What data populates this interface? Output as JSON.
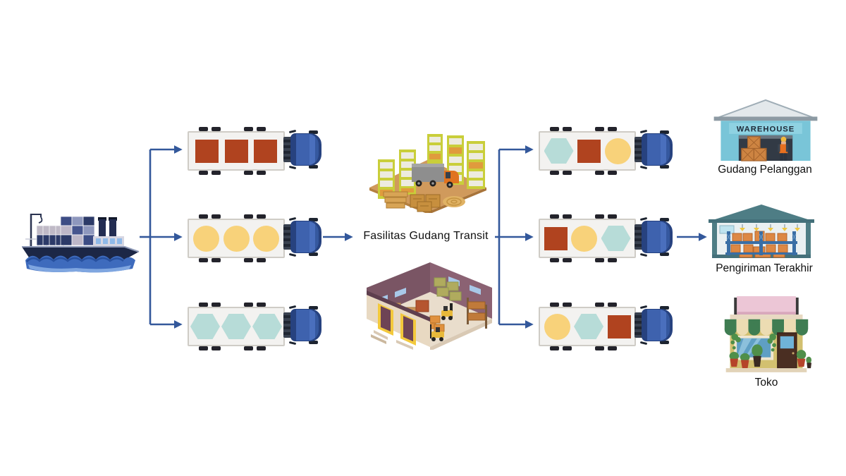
{
  "diagram": {
    "transit": {
      "label": "Fasilitas Gudang Transit"
    },
    "destinations": [
      {
        "label": "Gudang Pelanggan",
        "sign": "WAREHOUSE"
      },
      {
        "label": "Pengiriman Terakhir"
      },
      {
        "label": "Toko"
      }
    ],
    "trucks": {
      "left": [
        {
          "cargo": [
            "square",
            "square",
            "square"
          ]
        },
        {
          "cargo": [
            "circle",
            "circle",
            "circle"
          ]
        },
        {
          "cargo": [
            "hexagon",
            "hexagon",
            "hexagon"
          ]
        }
      ],
      "right": [
        {
          "cargo": [
            "hexagon",
            "square",
            "circle"
          ]
        },
        {
          "cargo": [
            "square",
            "circle",
            "hexagon"
          ]
        },
        {
          "cargo": [
            "circle",
            "hexagon",
            "square"
          ]
        }
      ]
    },
    "colors": {
      "arrow": "#33589b",
      "cargo-square": "#b0431f",
      "cargo-circle": "#f8d27a",
      "cargo-hexagon": "#b7dcd8",
      "truck-cab": "#3e62ae",
      "trailer": "#f3f2f0"
    }
  }
}
